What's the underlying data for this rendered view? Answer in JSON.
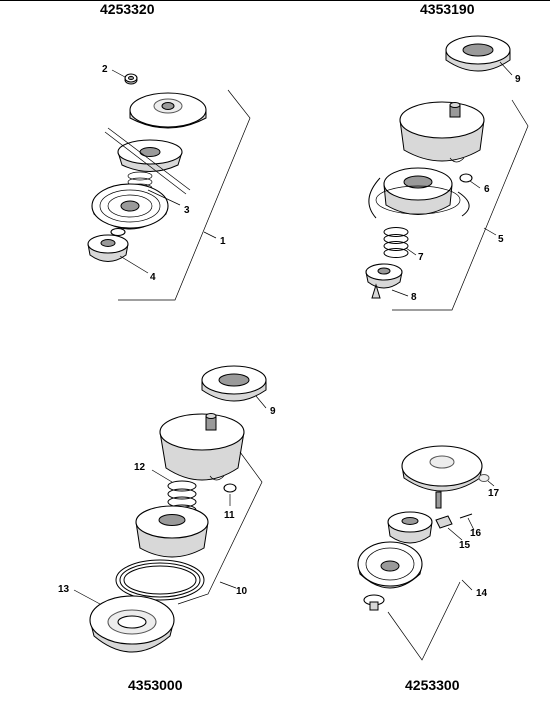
{
  "assemblies": {
    "top_left": {
      "part_number": "4253320"
    },
    "top_right": {
      "part_number": "4353190"
    },
    "bottom_left": {
      "part_number": "4353000"
    },
    "bottom_right": {
      "part_number": "4253300"
    }
  },
  "callouts": {
    "c1": "1",
    "c2": "2",
    "c3": "3",
    "c4": "4",
    "c5": "5",
    "c6": "6",
    "c7": "7",
    "c8": "8",
    "c9a": "9",
    "c9b": "9",
    "c10": "10",
    "c11": "11",
    "c12": "12",
    "c13": "13",
    "c14": "14",
    "c15": "15",
    "c16": "16",
    "c17": "17"
  }
}
